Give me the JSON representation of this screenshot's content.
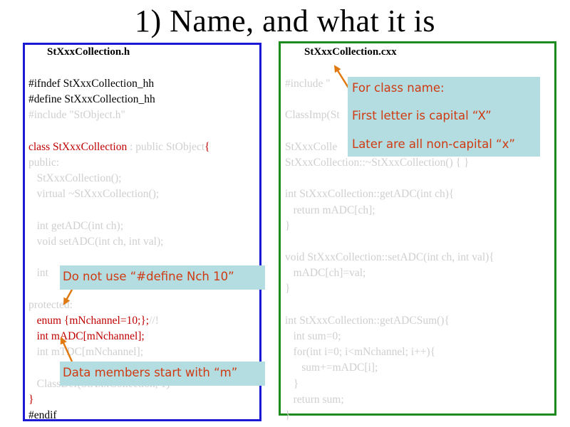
{
  "slide_title": "1) Name, and what it is",
  "left": {
    "file_name": "StXxxCollection.h",
    "lines": [
      [
        {
          "t": "#ifndef StXxxCollection_hh",
          "c": "blk"
        }
      ],
      [
        {
          "t": "#define StXxxCollection_hh",
          "c": "blk"
        }
      ],
      [
        {
          "t": "#include \"StObject.h\"",
          "c": "gray"
        }
      ],
      [
        {
          "t": "",
          "c": "gray"
        }
      ],
      [
        {
          "t": "class StXxxCollection",
          "c": "red"
        },
        {
          "t": " : public StObject",
          "c": "gray"
        },
        {
          "t": "{",
          "c": "red"
        }
      ],
      [
        {
          "t": "public:",
          "c": "gray"
        }
      ],
      [
        {
          "t": "   StXxxCollection();",
          "c": "gray"
        }
      ],
      [
        {
          "t": "   virtual ~StXxxCollection();",
          "c": "gray"
        }
      ],
      [
        {
          "t": "",
          "c": "gray"
        }
      ],
      [
        {
          "t": "   int getADC(int ch);",
          "c": "gray"
        }
      ],
      [
        {
          "t": "   void setADC(int ch, int val);",
          "c": "gray"
        }
      ],
      [
        {
          "t": "",
          "c": "gray"
        }
      ],
      [
        {
          "t": "   int",
          "c": "gray"
        }
      ],
      [
        {
          "t": "",
          "c": "gray"
        }
      ],
      [
        {
          "t": "protected:",
          "c": "gray"
        }
      ],
      [
        {
          "t": "   enum {mNchannel=10;};",
          "c": "red"
        },
        {
          "t": "//!",
          "c": "gray"
        }
      ],
      [
        {
          "t": "   int mADC[mNchannel];",
          "c": "red"
        }
      ],
      [
        {
          "t": "   int mTDC[mNchannel];",
          "c": "gray"
        }
      ],
      [
        {
          "t": "",
          "c": "gray"
        }
      ],
      [
        {
          "t": "   ClassDef(StXxxCollection, 1)",
          "c": "gray"
        }
      ],
      [
        {
          "t": "}",
          "c": "red"
        }
      ],
      [
        {
          "t": "#endif",
          "c": "blk"
        }
      ]
    ]
  },
  "right": {
    "file_name": "StXxxCollection.cxx",
    "lines": [
      [
        {
          "t": "#include \"",
          "c": "gray"
        }
      ],
      [
        {
          "t": "",
          "c": "gray"
        }
      ],
      [
        {
          "t": "ClassImp(St",
          "c": "gray"
        }
      ],
      [
        {
          "t": "",
          "c": "gray"
        }
      ],
      [
        {
          "t": "StXxxColle",
          "c": "gray"
        }
      ],
      [
        {
          "t": "StXxxCollection::~StXxxCollection() { }",
          "c": "gray"
        }
      ],
      [
        {
          "t": "",
          "c": "gray"
        }
      ],
      [
        {
          "t": "int StXxxCollection::getADC(int ch){",
          "c": "gray"
        }
      ],
      [
        {
          "t": "   return mADC[ch];",
          "c": "gray"
        }
      ],
      [
        {
          "t": "}",
          "c": "gray"
        }
      ],
      [
        {
          "t": "",
          "c": "gray"
        }
      ],
      [
        {
          "t": "void StXxxCollection::setADC(int ch, int val){",
          "c": "gray"
        }
      ],
      [
        {
          "t": "   mADC[ch]=val;",
          "c": "gray"
        }
      ],
      [
        {
          "t": "}",
          "c": "gray"
        }
      ],
      [
        {
          "t": "",
          "c": "gray"
        }
      ],
      [
        {
          "t": "int StXxxCollection::getADCSum(){",
          "c": "gray"
        }
      ],
      [
        {
          "t": "   int sum=0;",
          "c": "gray"
        }
      ],
      [
        {
          "t": "   for(int i=0; i<mNchannel; i++){",
          "c": "gray"
        }
      ],
      [
        {
          "t": "      sum+=mADC[i];",
          "c": "gray"
        }
      ],
      [
        {
          "t": "   }",
          "c": "gray"
        }
      ],
      [
        {
          "t": "   return sum;",
          "c": "gray"
        }
      ],
      [
        {
          "t": "}",
          "c": "gray"
        }
      ]
    ]
  },
  "callouts": {
    "class_name": {
      "heading": "For class name:",
      "rule1": "First letter is capital “X”",
      "rule2": "Later are all non-capital “x”"
    },
    "define": "Do not use “#define Nch 10”",
    "members": "Data members start with “m”"
  },
  "colors": {
    "left_border": "#1a1ad6",
    "right_border": "#1d8a1d",
    "highlight": "#c00000",
    "dimmed": "#cfcfcf",
    "callout_bg": "#b3dde1",
    "callout_text": "#d03a12",
    "arrow": "#e07a10"
  }
}
